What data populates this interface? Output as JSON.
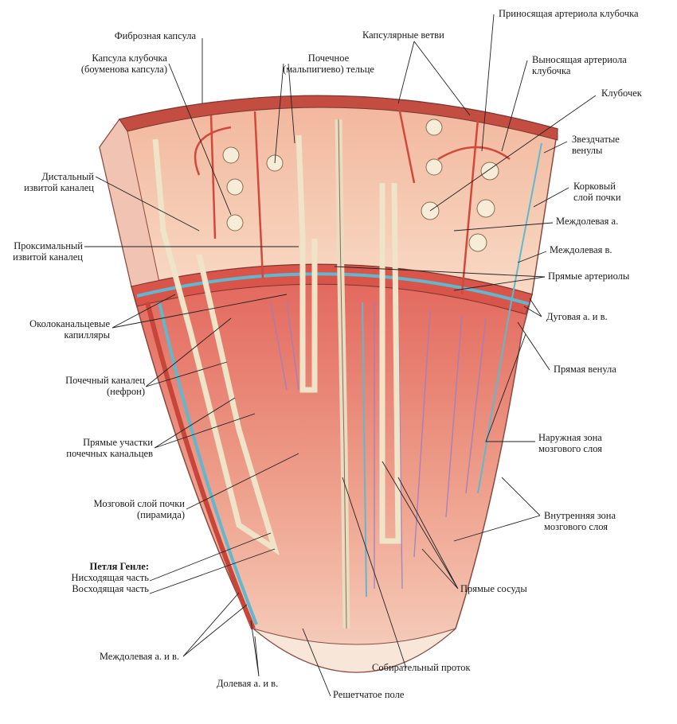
{
  "title_labels": {
    "fibrous_capsule": "Фиброзная капсула",
    "glomerular_capsule_1": "Капсула клубочка",
    "glomerular_capsule_2": "(боуменова капсула)",
    "renal_corpuscle_1": "Почечное",
    "renal_corpuscle_2": "(мальпигиево) тельце",
    "capsular_branches": "Капсулярные ветви",
    "afferent_arteriole": "Приносящая артериола клубочка",
    "efferent_arteriole_1": "Выносящая артериола",
    "efferent_arteriole_2": "клубочка",
    "glomerulus": "Клубочек",
    "stellate_venules_1": "Звездчатые",
    "stellate_venules_2": "венулы",
    "cortex_1": "Корковый",
    "cortex_2": "слой почки",
    "interlobular_artery": "Междолевая а.",
    "interlobular_vein": "Междолевая в.",
    "straight_arterioles": "Прямые артериолы",
    "arcuate": "Дуговая а. и в.",
    "straight_venule": "Прямая венула",
    "outer_zone_1": "Наружная зона",
    "outer_zone_2": "мозгового слоя",
    "inner_zone_1": "Внутренняя зона",
    "inner_zone_2": "мозгового слоя",
    "vasa_recta": "Прямые сосуды",
    "collecting_duct": "Собирательный проток",
    "cribriform_area": "Решетчатое поле",
    "lobar": "Долевая а. и в.",
    "interlobar": "Междолевая а. и в.",
    "loop_henle_title": "Петля Генле:",
    "loop_descending": "Нисходящая часть",
    "loop_ascending": "Восходящая часть",
    "medulla_1": "Мозговой слой почки",
    "medulla_2": "(пирамида)",
    "straight_tubules_1": "Прямые участки",
    "straight_tubules_2": "почечных канальцев",
    "renal_tubule_1": "Почечный каналец",
    "renal_tubule_2": "(нефрон)",
    "peritubular_1": "Околоканальцевые",
    "peritubular_2": "капилляры",
    "proximal_1": "Проксимальный",
    "proximal_2": "извитой каналец",
    "distal_1": "Дистальный",
    "distal_2": "извитой каналец"
  },
  "colors": {
    "capsule": "#c8564a",
    "cortex": "#f3c7ad",
    "medulla": "#e0706a",
    "artery": "#d2483c",
    "vein": "#5fb8d0",
    "capillary": "#9b7cc4",
    "tubule": "#efe3c8"
  }
}
